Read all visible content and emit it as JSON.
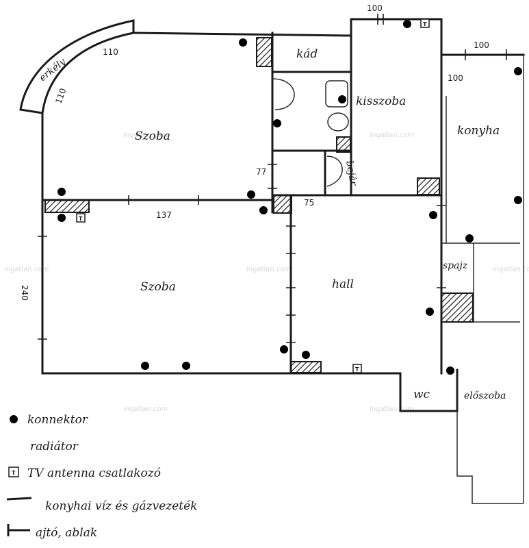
{
  "rooms": {
    "erkely": "erkély",
    "szoba_top": "Szoba",
    "kad": "kád",
    "kisszoba": "kisszoba",
    "konyha": "konyha",
    "szoba_bottom": "Szoba",
    "hall": "hall",
    "spajz": "spajz",
    "wc": "wc",
    "eloszoba": "előszoba",
    "bejaro": "bejár."
  },
  "dimensions": {
    "erkely_top": "110",
    "erkely_side": "110",
    "kisszoba_window": "100",
    "konyha_window_top": "100",
    "konyha_window_side": "100",
    "bath_door": "77",
    "hall_door": "75",
    "szoba_door": "137",
    "szoba_window": "240"
  },
  "legend": {
    "connector": "konnektor",
    "radiator": "radiátor",
    "tv": "TV antenna csatlakozó",
    "pipe": "konyhai víz és gázvezeték",
    "door": "ajtó, ablak"
  },
  "symbols": {
    "connector_icon": "connector-icon",
    "radiator_icon": "radiator-icon",
    "tv_icon": "tv-socket-icon",
    "tv_letter": "T",
    "pipe_icon": "pipe-line-icon",
    "door_icon": "door-window-icon"
  },
  "watermark": "ingatlan.com",
  "colors": {
    "ink": "#1a1a1a",
    "paper": "#ffffff",
    "watermark": "#d6d6d6"
  }
}
